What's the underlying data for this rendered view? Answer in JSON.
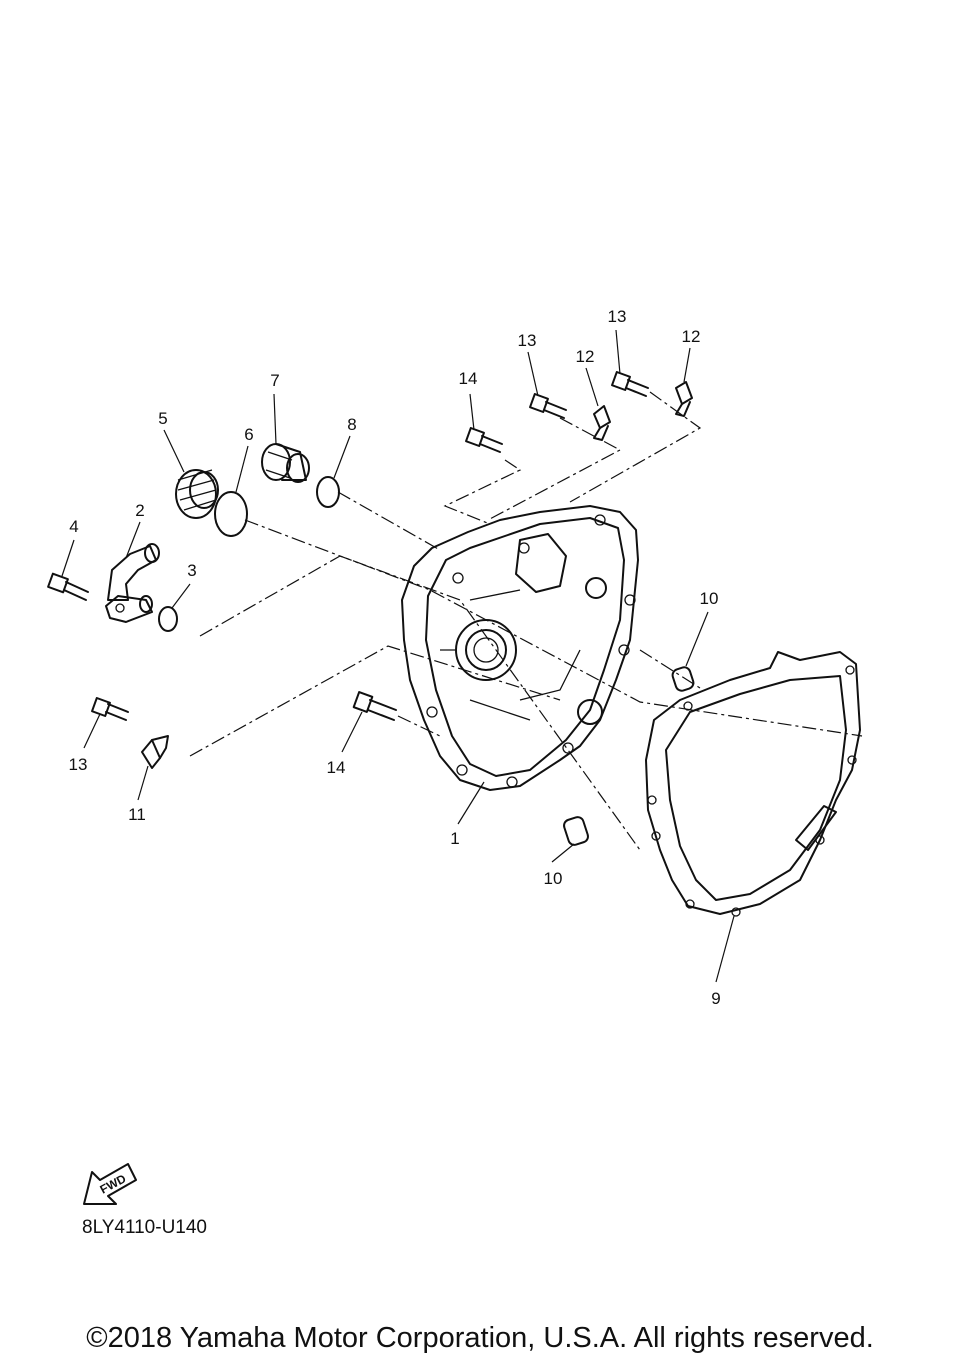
{
  "callouts": [
    {
      "id": "1",
      "text": "1"
    },
    {
      "id": "2",
      "text": "2"
    },
    {
      "id": "3",
      "text": "3"
    },
    {
      "id": "4",
      "text": "4"
    },
    {
      "id": "5",
      "text": "5"
    },
    {
      "id": "6",
      "text": "6"
    },
    {
      "id": "7",
      "text": "7"
    },
    {
      "id": "8",
      "text": "8"
    },
    {
      "id": "9",
      "text": "9"
    },
    {
      "id": "10",
      "text": "10"
    },
    {
      "id": "11",
      "text": "11"
    },
    {
      "id": "12",
      "text": "12"
    },
    {
      "id": "13",
      "text": "13"
    },
    {
      "id": "14",
      "text": "14"
    }
  ],
  "fwd_label": "FWD",
  "diagram_code": "8LY4110-U140",
  "copyright": "©2018 Yamaha Motor Corporation, U.S.A. All rights reserved."
}
